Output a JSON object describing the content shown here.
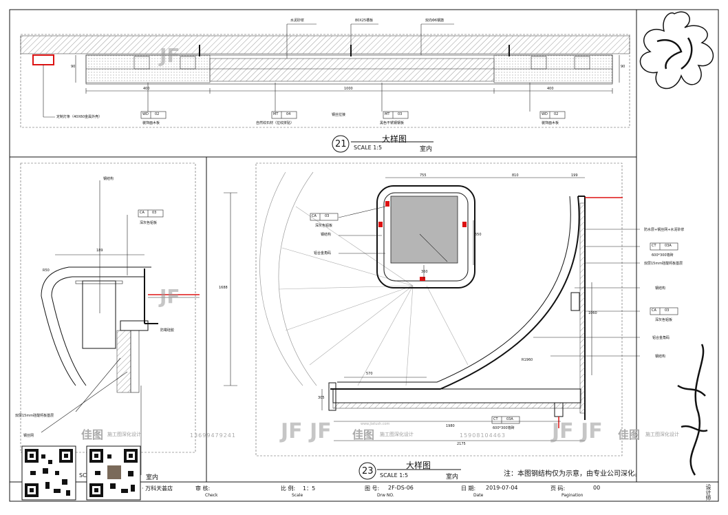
{
  "detail21": {
    "number": "21",
    "title": "大样图",
    "scale": "SCALE 1:5",
    "location": "室内",
    "callouts_top": [
      "水泥砂浆",
      "80X25槽板",
      "双向Φ6钢筋"
    ],
    "dims": [
      "400",
      "1000",
      "400",
      "90",
      "90"
    ],
    "tags": [
      {
        "code": "WD",
        "num": "02",
        "label": "装饰面木板"
      },
      {
        "code": "MT",
        "num": "04",
        "label": "自然纹石材（拉纹拼贴）"
      },
      {
        "code": "MT",
        "num": "03",
        "label": "黑色不锈钢钢板"
      },
      {
        "code": "WD",
        "num": "02",
        "label": "装饰面木板"
      }
    ],
    "light_note": "定制灯条（40X60金属外壳）",
    "wire_note": "钢丝拉接"
  },
  "detail22": {
    "callouts": [
      "钢结构",
      "深灰色铝板",
      "双层15mm硅酸钙板基层",
      "钢丝网",
      "防霉硅胶"
    ],
    "tag": {
      "code": "CA",
      "num": "03"
    },
    "dims": [
      "189",
      "R50"
    ],
    "scale": "SC",
    "location": "室内"
  },
  "detail23": {
    "number": "23",
    "title": "大样图",
    "scale": "SCALE 1:5",
    "location": "室内",
    "dims_top": [
      "755",
      "810",
      "199"
    ],
    "dims_other": [
      "1688",
      "650",
      "360",
      "1980",
      "2175",
      "570",
      "305",
      "1060",
      "R1960"
    ],
    "left_tag": {
      "code": "CA",
      "num": "03",
      "label": "深灰色铝板"
    },
    "left_notes": [
      "钢结构",
      "铝合金角码"
    ],
    "right_notes": [
      "防水层+钢丝网+水泥砂浆",
      "双层15mm硅酸钙板基层",
      "钢结构",
      "铝合金角码",
      "钢结构"
    ],
    "right_tags": [
      {
        "code": "CT",
        "num": "03A",
        "label": "600*300墙砖"
      },
      {
        "code": "CA",
        "num": "03",
        "label": "深灰色铝板"
      }
    ],
    "bottom_tag": {
      "code": "CT",
      "num": "03A",
      "label": "600*300墙砖"
    },
    "note": "注：本图钢结构仅为示意，由专业公司深化。"
  },
  "titleblock": {
    "project": "· 万科天荟店",
    "check_label": "审 核:",
    "check_en": "Check",
    "scale_label": "比 例:",
    "scale_value": "1：5",
    "scale_en": "Scale",
    "drw_label": "图 号:",
    "drw_value": "2F-DS-06",
    "drw_en": "Drw NO.",
    "date_label": "日 期:",
    "date_value": "2019-07-04",
    "date_en": "Date",
    "page_label": "页 码:",
    "page_value": "00",
    "page_en": "Pagination",
    "designer_label": "设计师"
  },
  "watermark": {
    "brand": "佳图",
    "sub": "施工图深化设计",
    "phone1": "13699479241",
    "phone2": "15908104463",
    "url": "www.jiatush.com"
  },
  "colors": {
    "accent": "#d11",
    "gray_fill": "#b5b5b5"
  }
}
